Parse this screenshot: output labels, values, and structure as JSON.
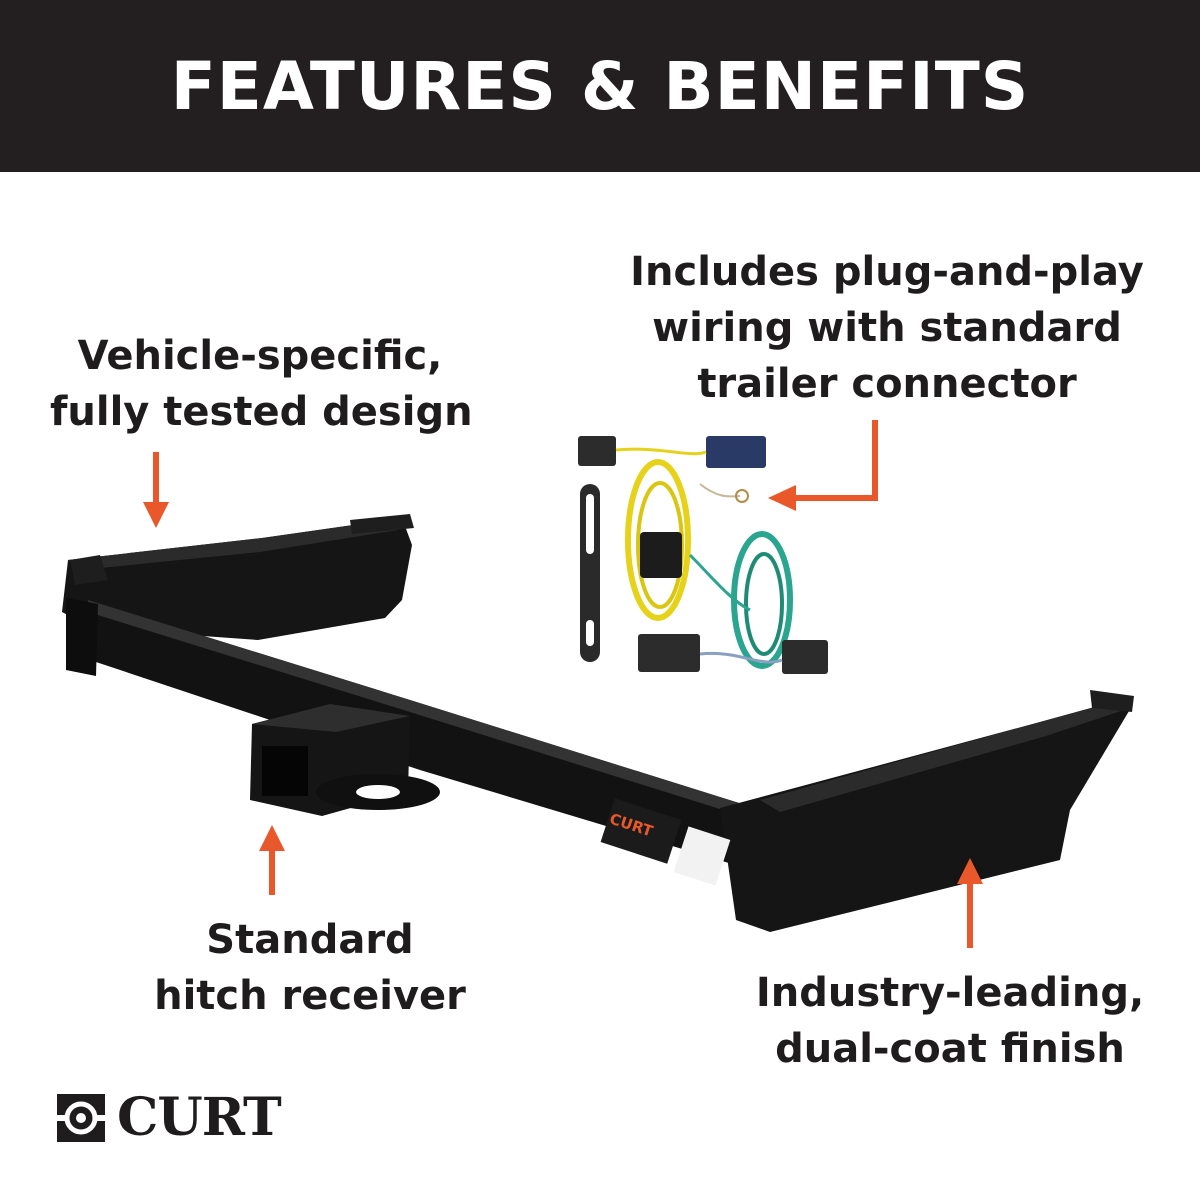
{
  "banner": {
    "title": "FEATURES & BENEFITS"
  },
  "callouts": {
    "design": [
      "Vehicle-specific,",
      "fully tested design"
    ],
    "wiring": [
      "Includes plug-and-play",
      "wiring with standard",
      "trailer connector"
    ],
    "receiver": [
      "Standard",
      "hitch receiver"
    ],
    "finish": [
      "Industry-leading,",
      "dual-coat finish"
    ]
  },
  "product": {
    "label_text": "CURT"
  },
  "brand": {
    "name": "CURT"
  },
  "colors": {
    "banner_bg": "#231f20",
    "arrow": "#e8582b",
    "hitch": "#141414",
    "wire_yellow": "#e6d21a",
    "wire_green": "#2aa58f"
  }
}
